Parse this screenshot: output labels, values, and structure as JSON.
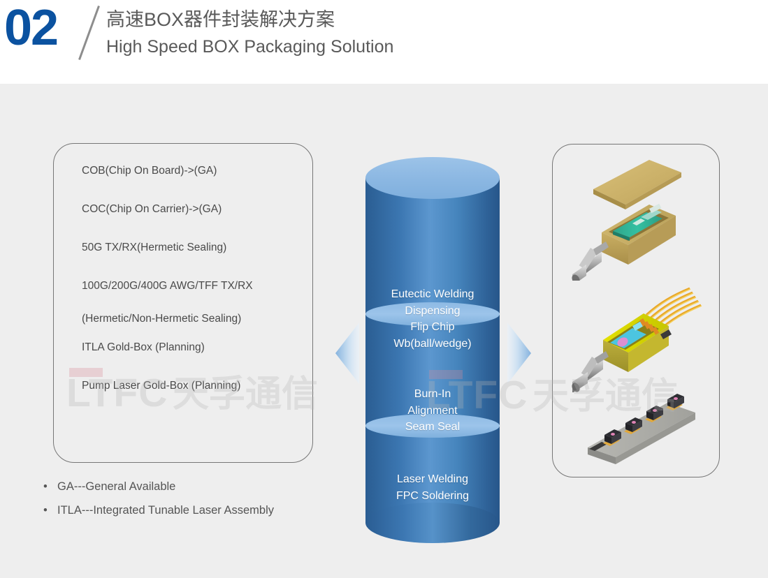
{
  "header": {
    "number": "02",
    "title_cn": "高速BOX器件封装解决方案",
    "title_en": "High Speed BOX Packaging Solution",
    "accent_color": "#0b52a0",
    "text_color": "#595959"
  },
  "left_panel": {
    "items": [
      {
        "text": "COB(Chip On Board)->(GA)"
      },
      {
        "text": "COC(Chip On Carrier)->(GA)"
      },
      {
        "text": "50G TX/RX(Hermetic Sealing)"
      },
      {
        "line1": "100G/200G/400G AWG/TFF TX/RX",
        "line2": "(Hermetic/Non-Hermetic Sealing)"
      },
      {
        "text": "ITLA Gold-Box (Planning)"
      },
      {
        "text": "Pump Laser Gold-Box (Planning)"
      }
    ]
  },
  "cylinder": {
    "sections": [
      {
        "label": "Eutectic Welding\nDispensing\nFlip Chip\nWb(ball/wedge)"
      },
      {
        "label": "Burn-In\nAlignment\nSeam Seal"
      },
      {
        "label": "Laser Welding\nFPC Soldering"
      }
    ],
    "fill_color": "#3c77b2",
    "cap_color": "#8bb7e2",
    "text_color": "#ffffff"
  },
  "arrows": {
    "left_direction": "left",
    "right_direction": "right",
    "color": "#9cc3e8"
  },
  "right_panel": {
    "devices": [
      {
        "name": "gold-box-package-with-lid"
      },
      {
        "name": "yellow-box-package-with-flex-cable"
      },
      {
        "name": "chip-array-substrate"
      }
    ]
  },
  "footnotes": [
    {
      "bullet": "•",
      "text": "GA---General Available"
    },
    {
      "bullet": "•",
      "text": "ITLA---Integrated Tunable Laser Assembly"
    }
  ],
  "watermark": {
    "latin": "LTFC",
    "chinese": "天孚通信",
    "bar_color": "#d98a96",
    "text_color": "#b4b4b4"
  },
  "theme": {
    "page_background": "#ffffff",
    "content_background": "#eeeeee",
    "panel_border": "#767676"
  }
}
